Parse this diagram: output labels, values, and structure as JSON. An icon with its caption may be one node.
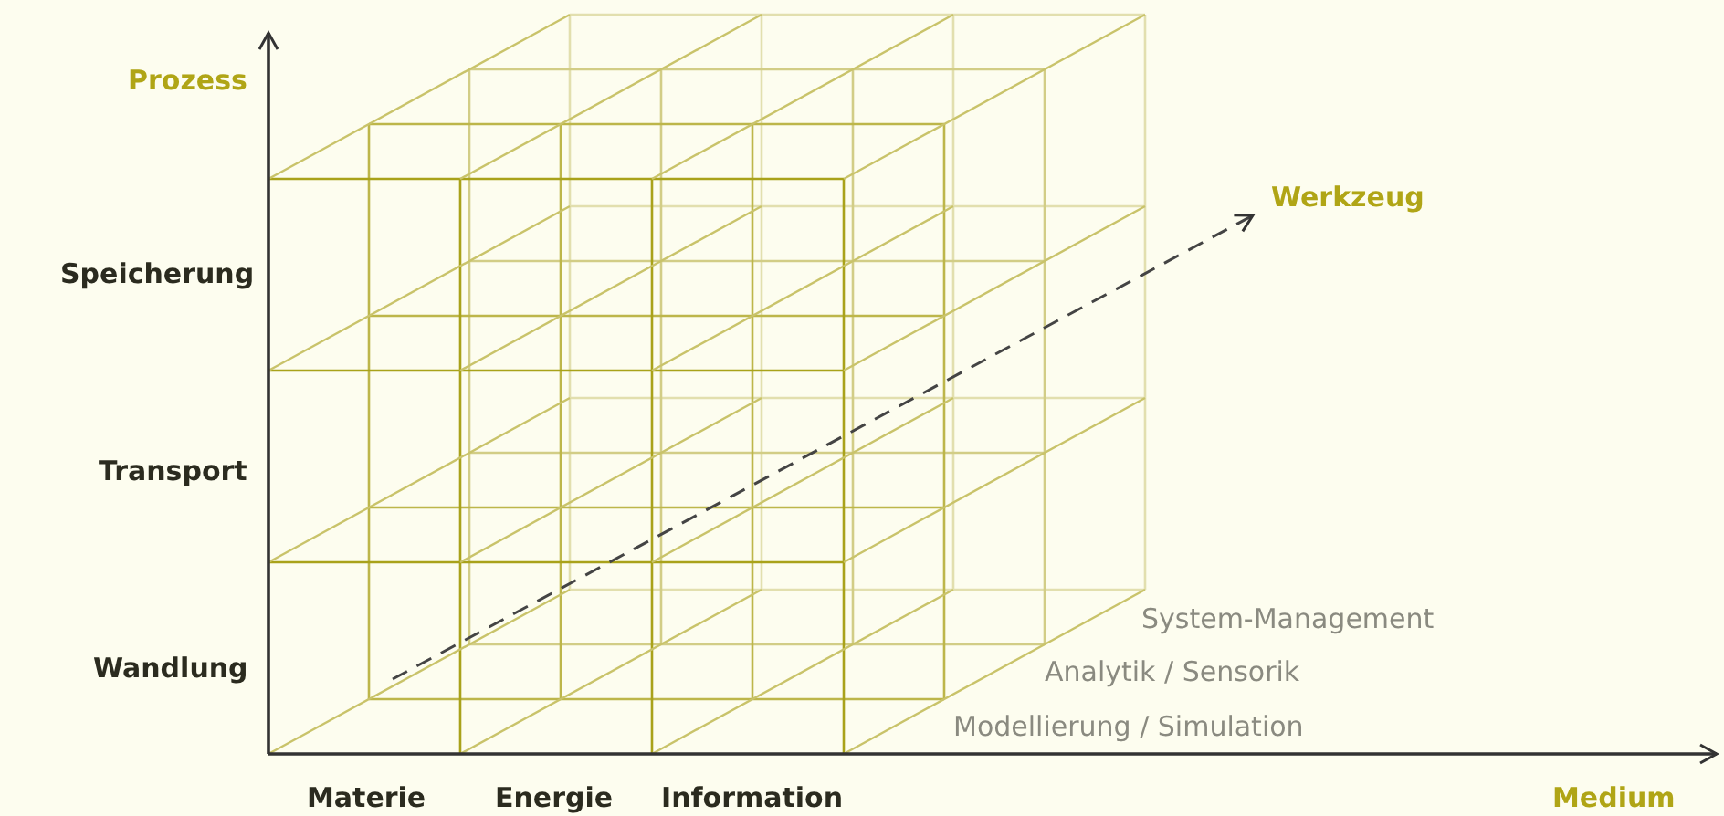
{
  "diagram": {
    "labels": [
      "Prozess",
      "Speicherung",
      "Transport",
      "Wandlung",
      "Materie",
      "Energie",
      "Information",
      "Medium",
      "Werkzeug",
      "System-Management",
      "Analytik / Sensorik",
      "Modellierung / Simulation"
    ]
  }
}
